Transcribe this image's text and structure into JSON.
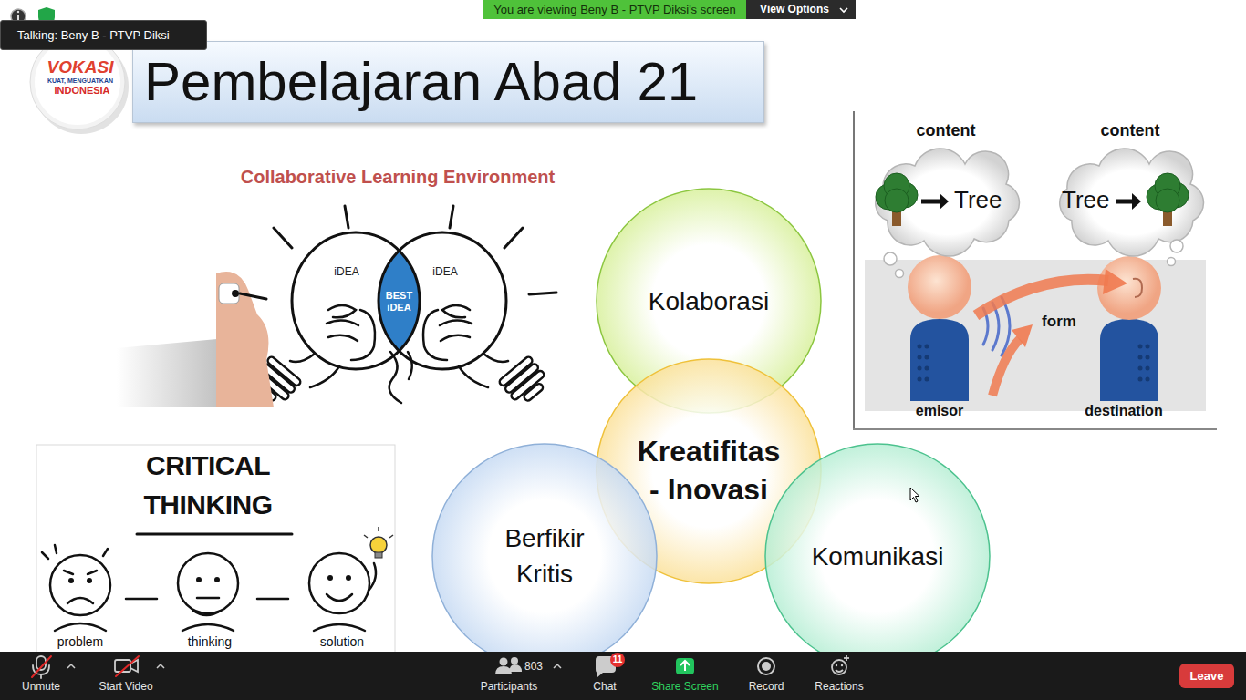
{
  "diagram": {
    "title": "Pembelajaran Abad 21",
    "nodes": [
      {
        "text": [
          "You are viewing Beny B - PTVP Diksi's screen"
        ]
      },
      {
        "text": [
          "View Options"
        ]
      },
      {
        "text": [
          "Talking: Beny B - PTVP Diksi"
        ]
      },
      {
        "text": [
          "Kolaborasi"
        ]
      },
      {
        "text": [
          "Kreatifitas - Inovasi"
        ]
      },
      {
        "text": [
          "Berfikir Kritis"
        ]
      },
      {
        "text": [
          "Komunikasi"
        ]
      },
      {
        "text": [
          "content",
          "Tree"
        ]
      },
      {
        "text": [
          "content",
          "Tree"
        ]
      },
      {
        "text": [
          "Leave"
        ]
      },
      {
        "text": [
          "11"
        ]
      }
    ],
    "labels": [
      "VOKASI",
      "KUAT, MENGUATKAN",
      "INDONESIA",
      "Collaborative Learning Environment",
      "iDEA",
      "iDEA",
      "BEST iDEA",
      "form",
      "emisor",
      "destination",
      "CRITICAL THINKING",
      "problem",
      "thinking",
      "solution",
      "Unmute",
      "Start Video",
      "803",
      "Participants",
      "Chat",
      "Share Screen",
      "Record",
      "Reactions"
    ]
  }
}
